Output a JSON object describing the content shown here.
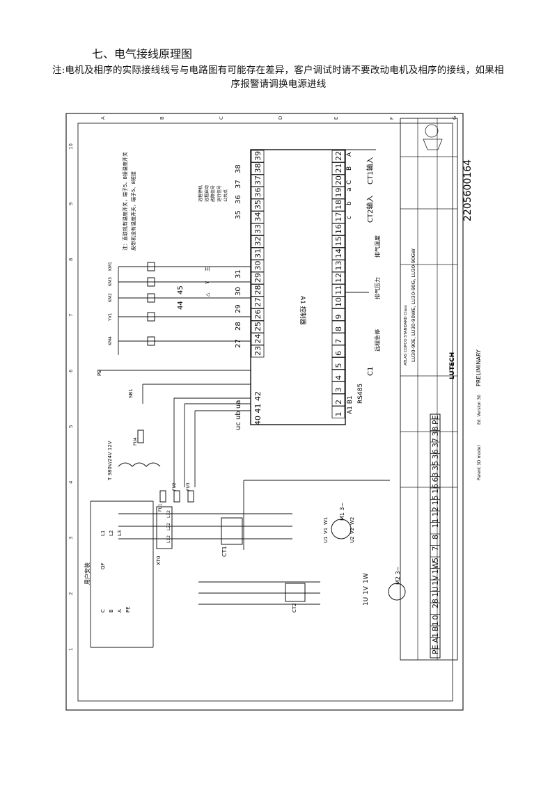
{
  "page": {
    "title": "七、电气接线原理图",
    "note_line1": "注:电机及相序的实际接线线号与电路图有可能存在差异，客户调试时请不要改动电机及相序的接线，如果相",
    "note_line2": "序报警请调换电源进线"
  },
  "drawing": {
    "doc_number": "2205600164",
    "model_line": "LU30-90E, LU30-90WE, LU30-90G, LU30-90GW",
    "standard": "ATLAS COPCO STANDARD Class",
    "brand": "LUTECH",
    "status": "PRELIMINARY",
    "version": "Ed. Version 30",
    "parent_model": "Parent 3D model",
    "controller_label": "A1 控制器",
    "top_terminals": [
      "39",
      "38",
      "37",
      "36",
      "35",
      "34",
      "33",
      "32",
      "31",
      "30",
      "29",
      "28",
      "27",
      "26",
      "25",
      "24",
      "23",
      "22",
      "21",
      "20",
      "19",
      "18",
      "17",
      "16",
      "15",
      "14",
      "13",
      "12",
      "11",
      "10",
      "9",
      "8",
      "7",
      "6",
      "5",
      "4",
      "3",
      "2",
      "1"
    ],
    "bottom_terminals": [
      "40",
      "41",
      "42",
      "23",
      "24",
      "25",
      "26",
      "27",
      "28",
      "29",
      "30",
      "31",
      "32",
      "33",
      "34",
      "35",
      "36",
      "37",
      "38",
      "39"
    ],
    "terminal_strip": [
      "PE",
      "A1",
      "B1",
      "0",
      "28",
      "1U",
      "1V",
      "1W",
      "5",
      "7",
      "8",
      "11",
      "12",
      "15",
      "16",
      "63",
      "35",
      "36",
      "37",
      "38",
      "PE"
    ],
    "ct1_labels": [
      "A",
      "B",
      "C",
      "a",
      "b",
      "c"
    ],
    "ct1_input": "CT1输入",
    "ct2_input": "CT2输入",
    "rs485": "RS485",
    "a1b1": "A1  B1",
    "c1_label": "C1",
    "uc_ub_ua": "uc ub ua",
    "kilo_labels": [
      "KM1",
      "KM3",
      "KM2",
      "YV1",
      "KM4"
    ],
    "relay_notes": [
      "主",
      "Y",
      "△"
    ],
    "numbers_row1": [
      "35",
      "36",
      "37",
      "38"
    ],
    "numbers_row2": [
      "31",
      "30",
      "29",
      "28",
      "27"
    ],
    "km_pair": [
      "44",
      "45"
    ],
    "motor_m1": "M1 3~",
    "motor_m2": "M2 3~",
    "ct1": "CT1",
    "ct2": "CT2",
    "user_install": "用户安装",
    "pe": "PE",
    "phases": [
      "C",
      "B",
      "A",
      "PE"
    ],
    "l_labels": [
      "L1",
      "L2",
      "L3"
    ],
    "l_sub": [
      "L12",
      "L22",
      "L32"
    ],
    "fu": [
      "FU1",
      "FU2",
      "FU3",
      "FU4"
    ],
    "qf": "QF",
    "xt0": "XT0",
    "sb1": "SB1",
    "transformer": "T  380V/24V 12V",
    "u_labels": [
      "U1",
      "V1",
      "W1",
      "U2",
      "V2",
      "W2"
    ],
    "motor2_labels": [
      "1U",
      "1V",
      "1W"
    ],
    "col_letters": [
      "A",
      "B",
      "C",
      "D",
      "E",
      "F",
      "G"
    ],
    "row_numbers": [
      "10",
      "9",
      "8",
      "7",
      "6",
      "5",
      "4",
      "3",
      "2",
      "1"
    ],
    "side_note_1": "注：直联机有温度开关，端子5、8接温度开关",
    "side_note_2": "皮带机没有温度开关，端子5、8短接",
    "vertical_labels": [
      "远程停机",
      "远程启动",
      "故障信号",
      "运行信号",
      "公共点"
    ],
    "temp_label": "排气温度",
    "press_label": "排气压力",
    "remote_stop": "远程急停"
  }
}
